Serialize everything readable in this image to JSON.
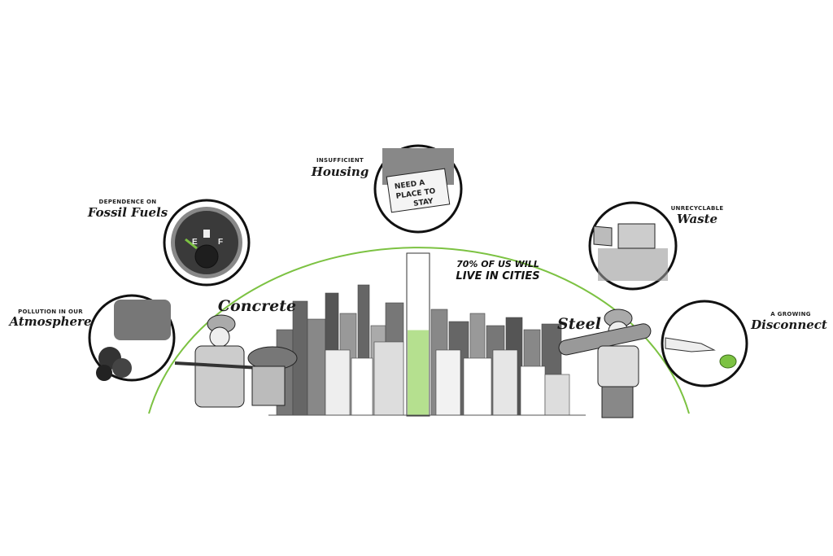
{
  "accent_color": "#7cc242",
  "headline": {
    "line1": "70% OF US WILL",
    "line2": "LIVE IN CITIES",
    "urban_share_percent": 70
  },
  "materials": {
    "left": "Concrete",
    "right": "Steel"
  },
  "issues": [
    {
      "small": "POLLUTION IN OUR",
      "big": "Atmosphere",
      "icon": "exhaust-smoke-icon"
    },
    {
      "small": "DEPENDENCE ON",
      "big": "Fossil Fuels",
      "icon": "fuel-gauge-icon"
    },
    {
      "small": "INSUFFICIENT",
      "big": "Housing",
      "icon": "housing-sign-icon"
    },
    {
      "small": "UNRECYCLABLE",
      "big": "Waste",
      "icon": "bulldozer-waste-icon"
    },
    {
      "small": "A GROWING",
      "big": "Disconnect",
      "icon": "hand-leaf-icon"
    }
  ],
  "sign": {
    "line1": "NEED A",
    "line2": "PLACE TO",
    "line3": "STAY"
  },
  "gauge": {
    "empty": "E",
    "full": "F"
  }
}
